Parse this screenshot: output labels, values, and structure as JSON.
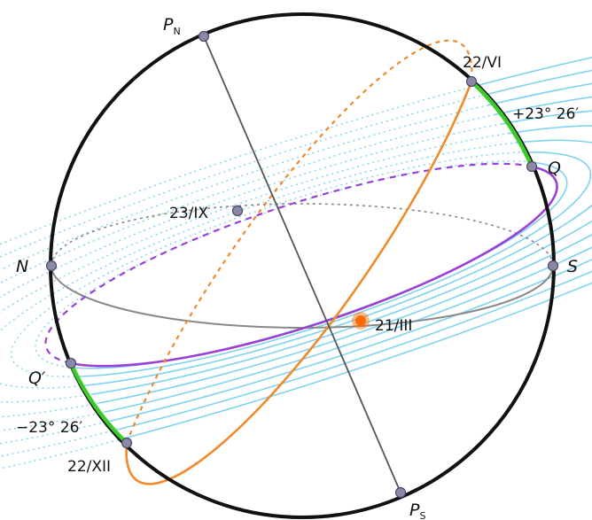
{
  "colors": {
    "sphere": "#111111",
    "axis": "#555555",
    "horizon": "#888888",
    "diurnal": "#7fd3f0",
    "ecliptic": "#f08a2a",
    "equator": "#9b3fd6",
    "declination_arc": "#3bcc2a",
    "point": "#8a8aa8",
    "sun": "#ff6a00"
  },
  "labels": {
    "pole_north": {
      "main": "P",
      "sub": "N"
    },
    "pole_south": {
      "main": "P",
      "sub": "S"
    },
    "north": "N",
    "south": "S",
    "q": "Q",
    "q_prime": "Q′",
    "summer_solstice": "22/VI",
    "winter_solstice": "22/XII",
    "spring_equinox": "21/III",
    "autumn_equinox": "23/IX",
    "dec_plus": "+23° 26′",
    "dec_minus": "−23° 26′"
  }
}
